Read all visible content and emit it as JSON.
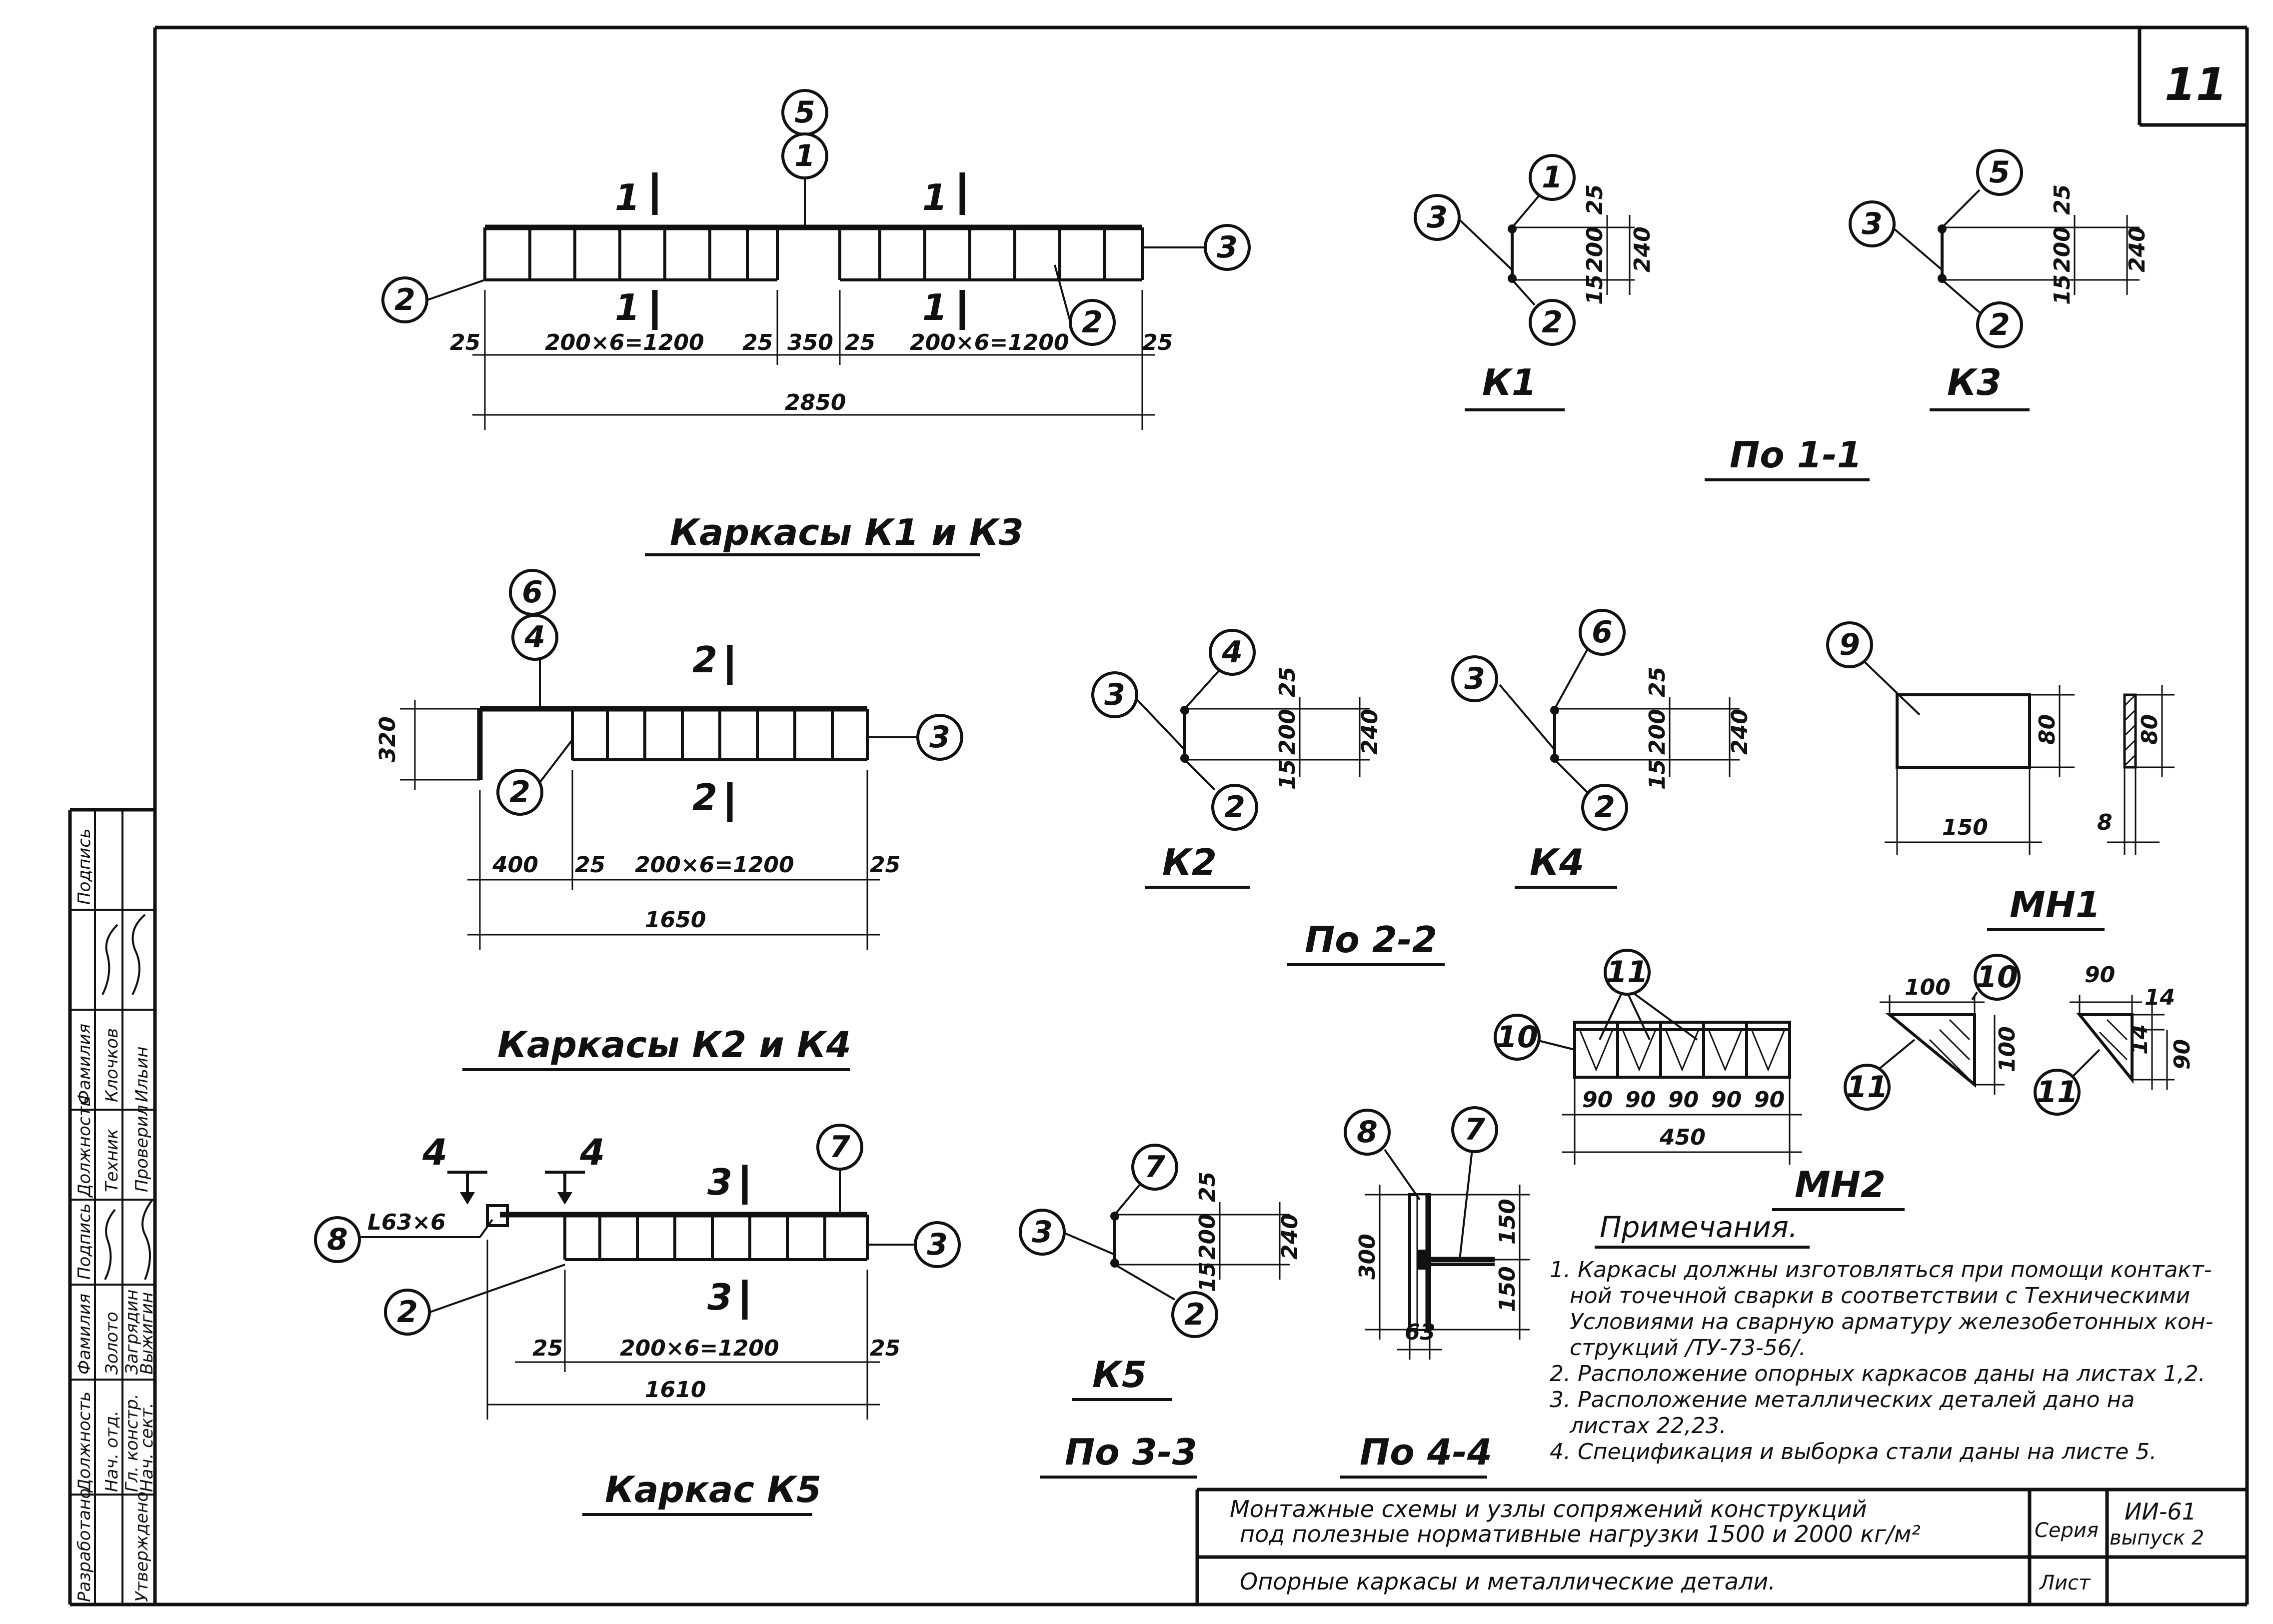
{
  "sheet_number": "11",
  "drawings": {
    "k1k3_plan": {
      "title": "Каркасы К1 и К3",
      "markers": [
        "5",
        "1",
        "2",
        "3",
        "2"
      ],
      "sections": [
        "1",
        "1",
        "1",
        "1"
      ],
      "dims": [
        "25",
        "200×6=1200",
        "25",
        "350",
        "25",
        "200×6=1200",
        "25"
      ],
      "total": "2850"
    },
    "k2k4_plan": {
      "title": "Каркасы К2 и К4",
      "markers": [
        "6",
        "4",
        "2",
        "3"
      ],
      "sections": [
        "2",
        "2"
      ],
      "height": "320",
      "dims": [
        "400",
        "25",
        "200×6=1200",
        "25"
      ],
      "total": "1650"
    },
    "k5_plan": {
      "title": "Каркас К5",
      "markers": [
        "7",
        "8",
        "2",
        "3"
      ],
      "sections": [
        "3",
        "3",
        "4",
        "4"
      ],
      "angle": "L63×6",
      "dims": [
        "25",
        "200×6=1200",
        "25"
      ],
      "total": "1610"
    },
    "sec_k1": {
      "label": "К1",
      "markers": [
        "1",
        "3",
        "2"
      ],
      "dims": [
        "25",
        "200",
        "15",
        "240"
      ]
    },
    "sec_k3": {
      "label": "К3",
      "markers": [
        "5",
        "3",
        "2"
      ],
      "dims": [
        "25",
        "200",
        "15",
        "240"
      ]
    },
    "po11": "По 1-1",
    "sec_k2": {
      "label": "К2",
      "markers": [
        "4",
        "3",
        "2"
      ],
      "dims": [
        "25",
        "200",
        "15",
        "240"
      ]
    },
    "sec_k4": {
      "label": "К4",
      "markers": [
        "6",
        "3",
        "2"
      ],
      "dims": [
        "25",
        "200",
        "15",
        "240"
      ]
    },
    "po22": "По 2-2",
    "mn1": {
      "label": "МН1",
      "marker": "9",
      "dims": [
        "80",
        "80",
        "150",
        "8"
      ]
    },
    "mn2": {
      "label": "МН2",
      "markers": [
        "11",
        "10",
        "10",
        "11",
        "11"
      ],
      "dims": [
        "90",
        "90",
        "90",
        "90",
        "90",
        "450"
      ],
      "angle_dims": [
        "100",
        "100",
        "90",
        "14",
        "14",
        "90"
      ]
    },
    "sec_k5": {
      "label": "К5",
      "markers": [
        "7",
        "3",
        "2"
      ],
      "dims": [
        "25",
        "200",
        "15",
        "240"
      ]
    },
    "po33": "По 3-3",
    "sec44": {
      "label": "По 4-4",
      "markers": [
        "8",
        "7"
      ],
      "dims": [
        "300",
        "150",
        "150",
        "63"
      ]
    }
  },
  "notes": {
    "heading": "Примечания.",
    "lines": [
      "1. Каркасы должны изготовляться при помощи контакт-",
      "ной точечной сварки в соответствии с Техническими",
      "Условиями на сварную арматуру железобетонных кон-",
      "струкций /ТУ-73-56/.",
      "2. Расположение опорных каркасов даны на листах 1,2.",
      "3. Расположение металлических деталей дано на",
      "листах 22,23.",
      "4. Спецификация и выборка стали даны на листе 5."
    ]
  },
  "title_block": {
    "line1": "Монтажные схемы и узлы сопряжений конструкций",
    "line2": "под полезные нормативные нагрузки 1500 и 2000 кг/м²",
    "line3": "Опорные каркасы и металлические детали.",
    "seria_label": "Серия",
    "seria_value": "ИИ-61",
    "vypusk": "выпуск 2",
    "list_label": "Лист"
  },
  "stamp": {
    "developer": "Разработано",
    "approved": "Утверждено",
    "headers_a": [
      "Должность",
      "Фамилия",
      "Подпись"
    ],
    "rows_a": [
      [
        "Нач. отд.",
        "Золото"
      ],
      [
        "Гл. констр.",
        "Загрядин"
      ],
      [
        "Нач. сект.",
        "Выжигин"
      ]
    ],
    "headers_b": [
      "Должность",
      "Фамилия",
      "Подпись"
    ],
    "rows_b": [
      [
        "Техник",
        "Клочков"
      ],
      [
        "Проверил",
        "Ильин"
      ]
    ]
  }
}
